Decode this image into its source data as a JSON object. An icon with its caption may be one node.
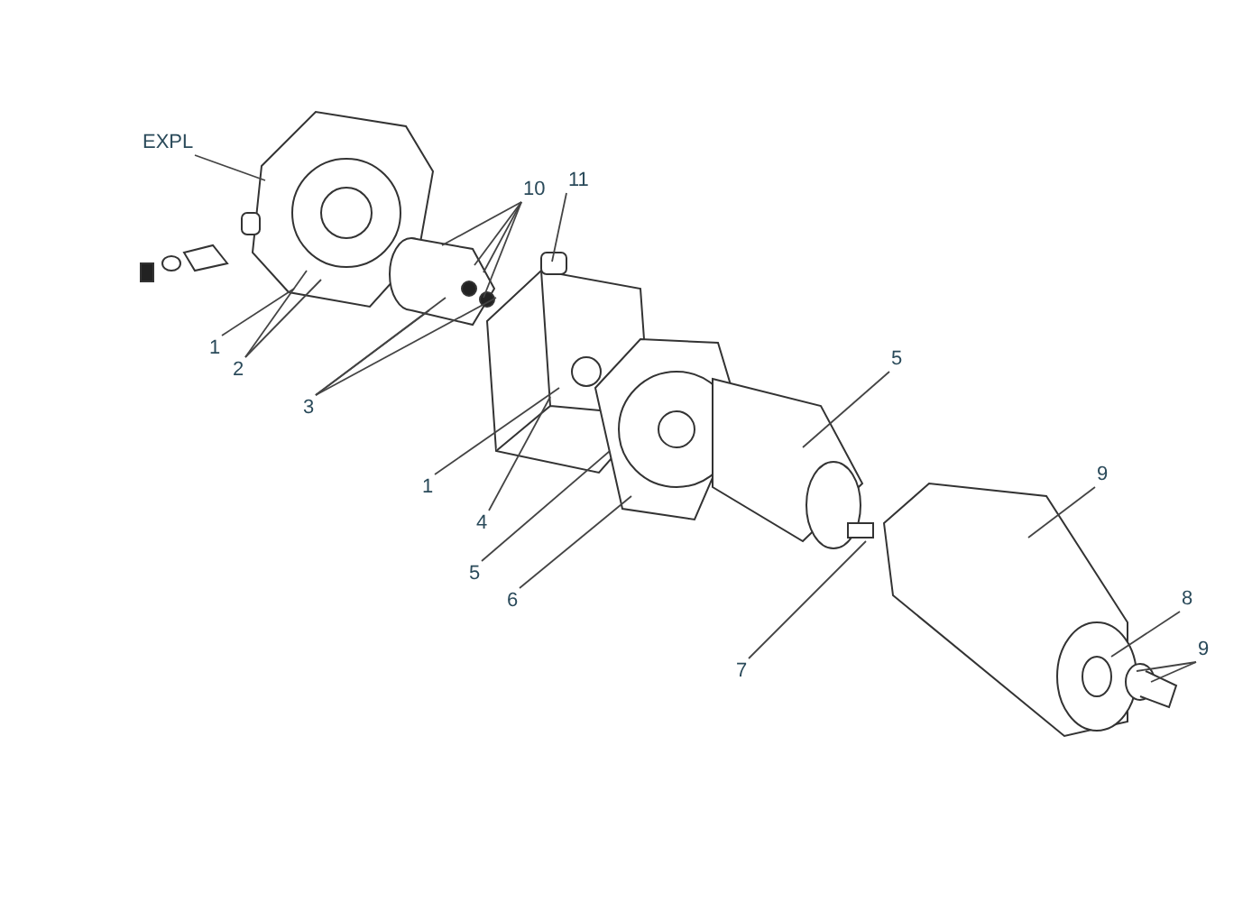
{
  "diagram": {
    "nodes": [
      {
        "text": [
          "EXPL"
        ]
      },
      {
        "text": [
          "10"
        ]
      },
      {
        "text": [
          "11"
        ]
      },
      {
        "text": [
          "1"
        ]
      },
      {
        "text": [
          "2"
        ]
      },
      {
        "text": [
          "3"
        ]
      },
      {
        "text": [
          "5"
        ]
      },
      {
        "text": [
          "9"
        ]
      },
      {
        "text": [
          "1"
        ]
      },
      {
        "text": [
          "4"
        ]
      },
      {
        "text": [
          "5"
        ]
      },
      {
        "text": [
          "6"
        ]
      },
      {
        "text": [
          "8"
        ]
      },
      {
        "text": [
          "9"
        ]
      },
      {
        "text": [
          "7"
        ]
      }
    ],
    "edges": [
      {
        "from": 0,
        "to": null,
        "arrow": "none"
      },
      {
        "from": 1,
        "to": null,
        "arrow": "none"
      },
      {
        "from": 1,
        "to": null,
        "arrow": "none"
      },
      {
        "from": 1,
        "to": null,
        "arrow": "none"
      },
      {
        "from": 1,
        "to": null,
        "arrow": "none"
      },
      {
        "from": 2,
        "to": null,
        "arrow": "none"
      },
      {
        "from": 3,
        "to": null,
        "arrow": "none"
      },
      {
        "from": 4,
        "to": null,
        "arrow": "none"
      },
      {
        "from": 4,
        "to": null,
        "arrow": "none"
      },
      {
        "from": 5,
        "to": null,
        "arrow": "none"
      },
      {
        "from": 5,
        "to": null,
        "arrow": "none"
      },
      {
        "from": 5,
        "to": null,
        "arrow": "none"
      },
      {
        "from": 6,
        "to": null,
        "arrow": "none"
      },
      {
        "from": 7,
        "to": null,
        "arrow": "none"
      },
      {
        "from": 8,
        "to": null,
        "arrow": "none"
      },
      {
        "from": 9,
        "to": null,
        "arrow": "none"
      },
      {
        "from": 10,
        "to": null,
        "arrow": "none"
      },
      {
        "from": 11,
        "to": null,
        "arrow": "none"
      },
      {
        "from": 12,
        "to": null,
        "arrow": "none"
      },
      {
        "from": 13,
        "to": null,
        "arrow": "none"
      },
      {
        "from": 13,
        "to": null,
        "arrow": "none"
      },
      {
        "from": 14,
        "to": null,
        "arrow": "none"
      }
    ]
  }
}
